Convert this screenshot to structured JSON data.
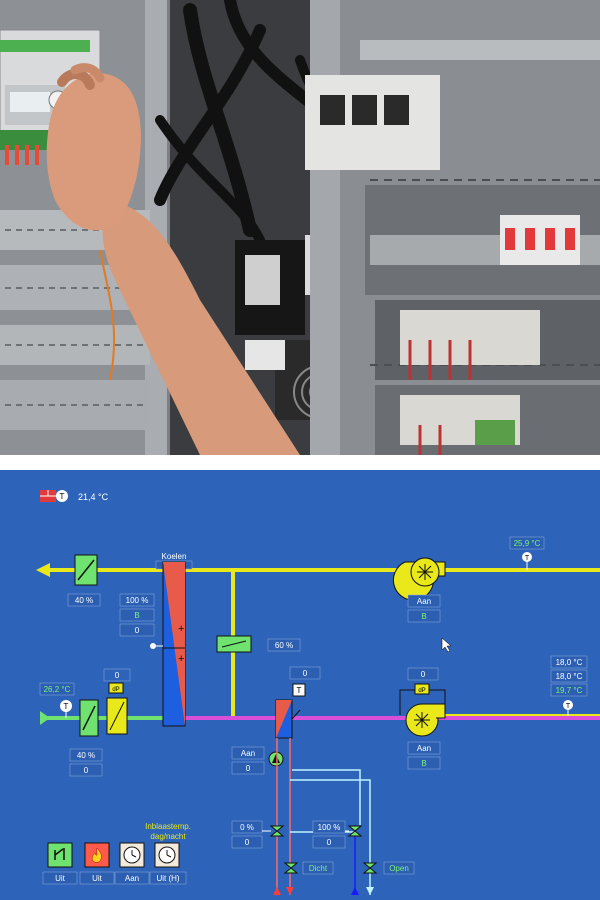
{
  "photo": {
    "subject": "technician-hand-at-controller"
  },
  "colors": {
    "screen_bg": "#2d63b8",
    "supply_air": "#e8e81a",
    "exhaust_air": "#d94fd9",
    "outdoor_air": "#6fe26f",
    "label_box": "#2c5fb2",
    "label_text": "#ffffff",
    "green_text": "#7cf27c",
    "water_red": "#ff6b6b",
    "water_blue": "#1a1aff",
    "water_cyan": "#bff3ff"
  },
  "scada": {
    "room_temp": "21,4 °C",
    "exhaust_fan_temp": "25,9 °C",
    "koelen_label": "Koelen",
    "damper_left_pct": "40 %",
    "recovery": {
      "pct": "100 %",
      "B": "B",
      "zero": "0"
    },
    "bypass_pct": "60 %",
    "exhaust_fan": {
      "status": "Aan",
      "mode": "B"
    },
    "outdoor_temp": "26,2 °C",
    "dp_left_value": "0",
    "damper_in_pct": "40 %",
    "damper_in_zero": "0",
    "heater_value": "0",
    "supply_fan": {
      "dp": "0",
      "status": "Aan",
      "mode": "B"
    },
    "supply_temps": [
      "18,0 °C",
      "18,0 °C",
      "19,7 °C"
    ],
    "pump": {
      "status": "Aan",
      "value": "0"
    },
    "valve_heat": {
      "pct": "0 %",
      "zero": "0"
    },
    "valve_cool": {
      "pct": "100 %",
      "zero": "0"
    },
    "dicht_label": "Dicht",
    "open_label": "Open",
    "setpoint_label_line1": "Inblaastemp.",
    "setpoint_label_line2": "dag/nacht",
    "bottom_buttons": [
      {
        "icon": "hand-switch-icon",
        "label": "Uit"
      },
      {
        "icon": "fire-icon",
        "label": "Uit"
      },
      {
        "icon": "clock-icon",
        "label": "Aan"
      },
      {
        "icon": "clock-icon",
        "label": "Uit (H)"
      }
    ]
  }
}
